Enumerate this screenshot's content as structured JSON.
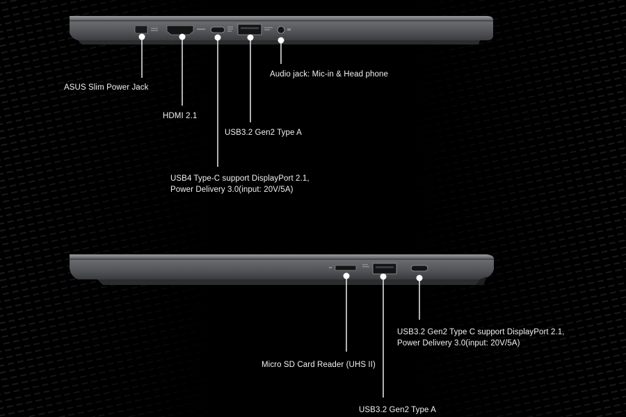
{
  "top_side": {
    "labels": {
      "power_jack": "ASUS Slim Power Jack",
      "hdmi": "HDMI 2.1",
      "usb_a": "USB3.2 Gen2 Type A",
      "usb4_line1": "USB4 Type-C support DisplayPort 2.1,",
      "usb4_line2": "Power Delivery 3.0(input: 20V/5A)",
      "audio": "Audio jack: Mic-in & Head phone"
    }
  },
  "bottom_side": {
    "labels": {
      "sd_reader": "Micro SD Card Reader (UHS II)",
      "usb_a": "USB3.2 Gen2 Type A",
      "usb_c_line1": "USB3.2 Gen2 Type C support DisplayPort 2.1,",
      "usb_c_line2": "Power Delivery 3.0(input: 20V/5A)"
    }
  },
  "colors": {
    "background": "#000000",
    "chassis": "#5a5b5d",
    "chassis_dark": "#2a2b2d",
    "leader": "#ffffff"
  }
}
